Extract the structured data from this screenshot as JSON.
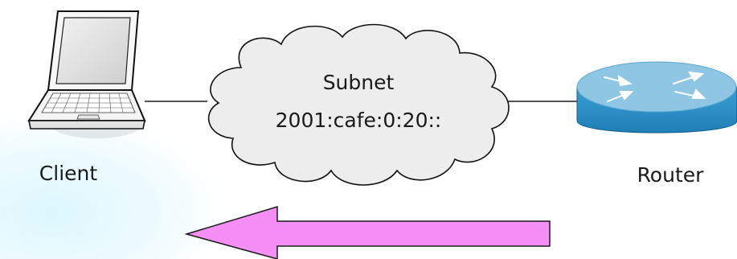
{
  "diagram": {
    "nodes": {
      "client": {
        "label": "Client",
        "icon": "laptop-icon"
      },
      "subnet": {
        "label_line1": "Subnet",
        "label_line2": "2001:cafe:0:20::",
        "icon": "cloud-icon"
      },
      "router": {
        "label": "Router",
        "icon": "router-icon"
      }
    },
    "arrow": {
      "direction": "router-to-client",
      "color": "#f58ef5"
    },
    "colors": {
      "cloud_fill": "#eeeeee",
      "router_top": "#8ec6e4",
      "router_body": "#2b8fc6",
      "background_glow": "#e6fbff"
    }
  }
}
